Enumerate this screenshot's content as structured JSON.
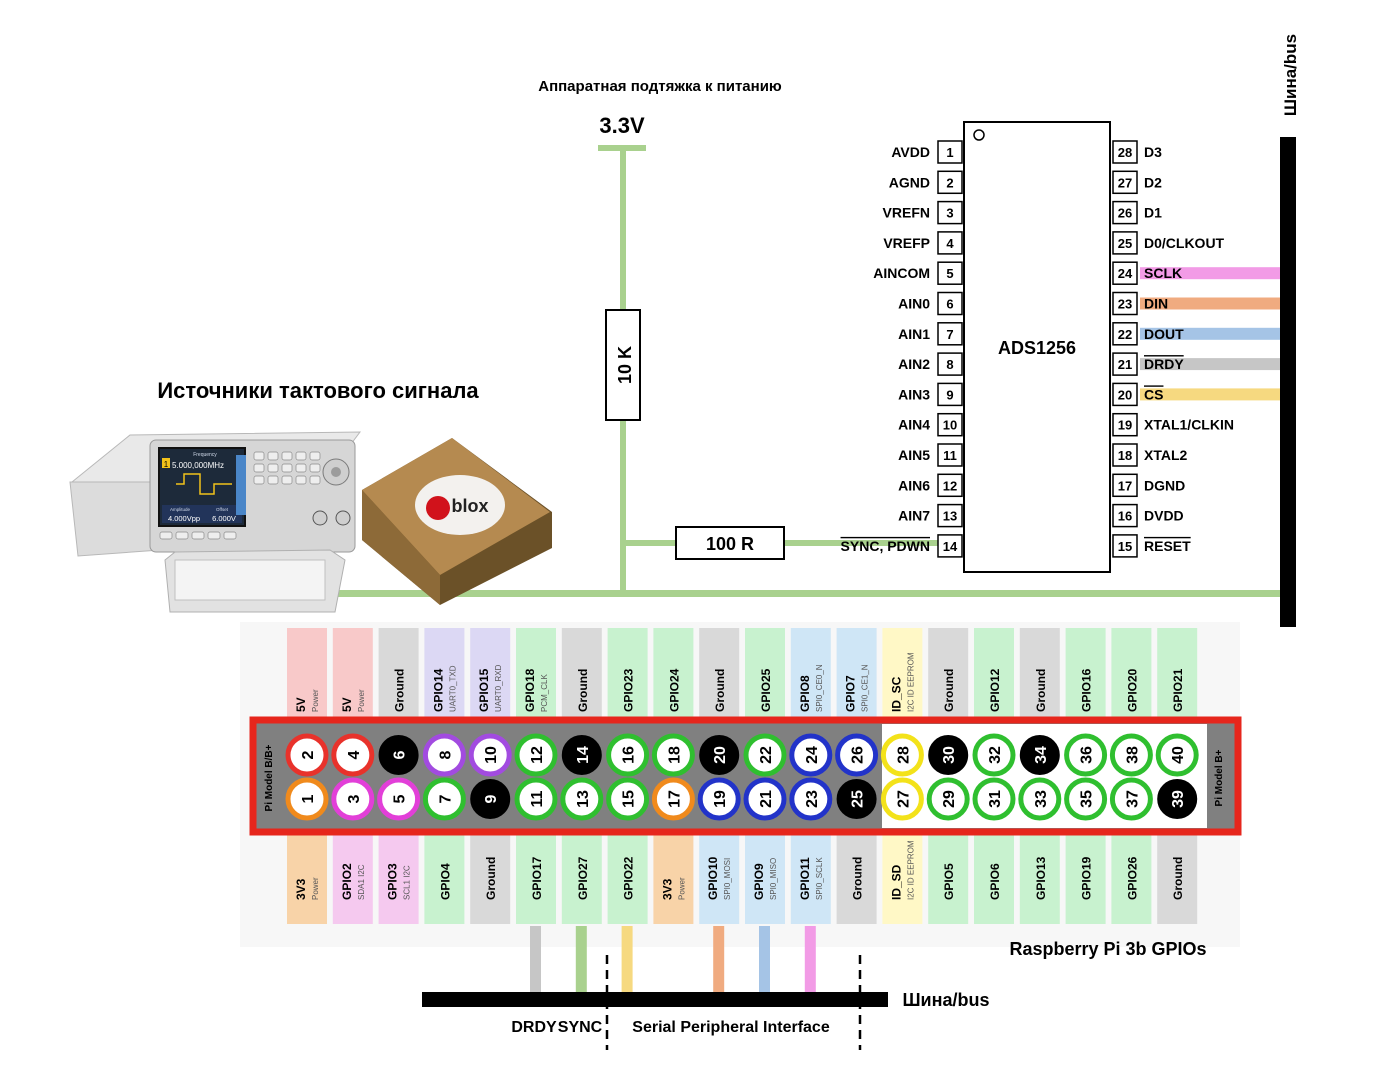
{
  "pullup_label": "Аппаратная подтяжка к питанию",
  "supply_label": "3.3V",
  "resistor_pullup": "10 K",
  "resistor_series": "100 R",
  "clock_sources_title": "Источники тактового сигнала",
  "bus_label_top": "Шина/bus",
  "bus_label_bottom": "Шина/bus",
  "board_title": "Raspberry Pi 3b GPIOs",
  "board_side_left": "Pi Model B/B+",
  "board_side_right": "Pi Model B+",
  "ic": {
    "name": "ADS1256",
    "left_pins": [
      {
        "num": "1",
        "name": "AVDD",
        "overline": false
      },
      {
        "num": "2",
        "name": "AGND",
        "overline": false
      },
      {
        "num": "3",
        "name": "VREFN",
        "overline": false
      },
      {
        "num": "4",
        "name": "VREFP",
        "overline": false
      },
      {
        "num": "5",
        "name": "AINCOM",
        "overline": false
      },
      {
        "num": "6",
        "name": "AIN0",
        "overline": false
      },
      {
        "num": "7",
        "name": "AIN1",
        "overline": false
      },
      {
        "num": "8",
        "name": "AIN2",
        "overline": false
      },
      {
        "num": "9",
        "name": "AIN3",
        "overline": false
      },
      {
        "num": "10",
        "name": "AIN4",
        "overline": false
      },
      {
        "num": "11",
        "name": "AIN5",
        "overline": false
      },
      {
        "num": "12",
        "name": "AIN6",
        "overline": false
      },
      {
        "num": "13",
        "name": "AIN7",
        "overline": false
      },
      {
        "num": "14",
        "name": "SYNC, PDWN",
        "overline": true
      }
    ],
    "right_pins": [
      {
        "num": "28",
        "name": "D3",
        "overline": false,
        "wire": ""
      },
      {
        "num": "27",
        "name": "D2",
        "overline": false,
        "wire": ""
      },
      {
        "num": "26",
        "name": "D1",
        "overline": false,
        "wire": ""
      },
      {
        "num": "25",
        "name": "D0/CLKOUT",
        "overline": false,
        "wire": ""
      },
      {
        "num": "24",
        "name": "SCLK",
        "overline": false,
        "wire": "#f29be6"
      },
      {
        "num": "23",
        "name": "DIN",
        "overline": false,
        "wire": "#f0ab80"
      },
      {
        "num": "22",
        "name": "DOUT",
        "overline": false,
        "wire": "#a5c4e6"
      },
      {
        "num": "21",
        "name": "DRDY",
        "overline": true,
        "wire": "#c6c6c6"
      },
      {
        "num": "20",
        "name": "CS",
        "overline": true,
        "wire": "#f6d980"
      },
      {
        "num": "19",
        "name": "XTAL1/CLKIN",
        "overline": false,
        "wire": ""
      },
      {
        "num": "18",
        "name": "XTAL2",
        "overline": false,
        "wire": ""
      },
      {
        "num": "17",
        "name": "DGND",
        "overline": false,
        "wire": ""
      },
      {
        "num": "16",
        "name": "DVDD",
        "overline": false,
        "wire": ""
      },
      {
        "num": "15",
        "name": "RESET",
        "overline": true,
        "wire": ""
      }
    ]
  },
  "header_top": [
    {
      "pin": "2",
      "label": "5V",
      "sub": "Power",
      "bg": "#f8c9c9",
      "ring": "#e8322b"
    },
    {
      "pin": "4",
      "label": "5V",
      "sub": "Power",
      "bg": "#f8c9c9",
      "ring": "#e8322b"
    },
    {
      "pin": "6",
      "label": "Ground",
      "sub": "",
      "bg": "#d9d9d9",
      "ring": "#000000"
    },
    {
      "pin": "8",
      "label": "GPIO14",
      "sub": "UART0_TXD",
      "bg": "#dcd8f4",
      "ring": "#a24be0"
    },
    {
      "pin": "10",
      "label": "GPIO15",
      "sub": "UART0_RXD",
      "bg": "#dcd8f4",
      "ring": "#a24be0"
    },
    {
      "pin": "12",
      "label": "GPIO18",
      "sub": "PCM_CLK",
      "bg": "#c8f2cf",
      "ring": "#2fbf2f"
    },
    {
      "pin": "14",
      "label": "Ground",
      "sub": "",
      "bg": "#d9d9d9",
      "ring": "#000000"
    },
    {
      "pin": "16",
      "label": "GPIO23",
      "sub": "",
      "bg": "#c8f2cf",
      "ring": "#2fbf2f"
    },
    {
      "pin": "18",
      "label": "GPIO24",
      "sub": "",
      "bg": "#c8f2cf",
      "ring": "#2fbf2f"
    },
    {
      "pin": "20",
      "label": "Ground",
      "sub": "",
      "bg": "#d9d9d9",
      "ring": "#000000"
    },
    {
      "pin": "22",
      "label": "GPIO25",
      "sub": "",
      "bg": "#c8f2cf",
      "ring": "#2fbf2f"
    },
    {
      "pin": "24",
      "label": "GPIO8",
      "sub": "SPI0_CE0_N",
      "bg": "#cfe6f6",
      "ring": "#2233c9"
    },
    {
      "pin": "26",
      "label": "GPIO7",
      "sub": "SPI0_CE1_N",
      "bg": "#cfe6f6",
      "ring": "#2233c9"
    },
    {
      "pin": "28",
      "label": "ID_SC",
      "sub": "I2C ID EEPROM",
      "bg": "#fff8c6",
      "ring": "#f3e21a"
    },
    {
      "pin": "30",
      "label": "Ground",
      "sub": "",
      "bg": "#d9d9d9",
      "ring": "#000000"
    },
    {
      "pin": "32",
      "label": "GPIO12",
      "sub": "",
      "bg": "#c8f2cf",
      "ring": "#2fbf2f"
    },
    {
      "pin": "34",
      "label": "Ground",
      "sub": "",
      "bg": "#d9d9d9",
      "ring": "#000000"
    },
    {
      "pin": "36",
      "label": "GPIO16",
      "sub": "",
      "bg": "#c8f2cf",
      "ring": "#2fbf2f"
    },
    {
      "pin": "38",
      "label": "GPIO20",
      "sub": "",
      "bg": "#c8f2cf",
      "ring": "#2fbf2f"
    },
    {
      "pin": "40",
      "label": "GPIO21",
      "sub": "",
      "bg": "#c8f2cf",
      "ring": "#2fbf2f"
    }
  ],
  "header_bottom": [
    {
      "pin": "1",
      "label": "3V3",
      "sub": "Power",
      "bg": "#f8d3a8",
      "ring": "#f08a1c"
    },
    {
      "pin": "3",
      "label": "GPIO2",
      "sub": "SDA1 I2C",
      "bg": "#f5c9ef",
      "ring": "#e23fd8"
    },
    {
      "pin": "5",
      "label": "GPIO3",
      "sub": "SCL1 I2C",
      "bg": "#f5c9ef",
      "ring": "#e23fd8"
    },
    {
      "pin": "7",
      "label": "GPIO4",
      "sub": "",
      "bg": "#c8f2cf",
      "ring": "#2fbf2f"
    },
    {
      "pin": "9",
      "label": "Ground",
      "sub": "",
      "bg": "#d9d9d9",
      "ring": "#000000"
    },
    {
      "pin": "11",
      "label": "GPIO17",
      "sub": "",
      "bg": "#c8f2cf",
      "ring": "#2fbf2f"
    },
    {
      "pin": "13",
      "label": "GPIO27",
      "sub": "",
      "bg": "#c8f2cf",
      "ring": "#2fbf2f"
    },
    {
      "pin": "15",
      "label": "GPIO22",
      "sub": "",
      "bg": "#c8f2cf",
      "ring": "#2fbf2f"
    },
    {
      "pin": "17",
      "label": "3V3",
      "sub": "Power",
      "bg": "#f8d3a8",
      "ring": "#f08a1c"
    },
    {
      "pin": "19",
      "label": "GPIO10",
      "sub": "SPI0_MOSI",
      "bg": "#cfe6f6",
      "ring": "#2233c9"
    },
    {
      "pin": "21",
      "label": "GPIO9",
      "sub": "SPI0_MISO",
      "bg": "#cfe6f6",
      "ring": "#2233c9"
    },
    {
      "pin": "23",
      "label": "GPIO11",
      "sub": "SPI0_SCLK",
      "bg": "#cfe6f6",
      "ring": "#2233c9"
    },
    {
      "pin": "25",
      "label": "Ground",
      "sub": "",
      "bg": "#d9d9d9",
      "ring": "#000000"
    },
    {
      "pin": "27",
      "label": "ID_SD",
      "sub": "I2C ID EEPROM",
      "bg": "#fff8c6",
      "ring": "#f3e21a"
    },
    {
      "pin": "29",
      "label": "GPIO5",
      "sub": "",
      "bg": "#c8f2cf",
      "ring": "#2fbf2f"
    },
    {
      "pin": "31",
      "label": "GPIO6",
      "sub": "",
      "bg": "#c8f2cf",
      "ring": "#2fbf2f"
    },
    {
      "pin": "33",
      "label": "GPIO13",
      "sub": "",
      "bg": "#c8f2cf",
      "ring": "#2fbf2f"
    },
    {
      "pin": "35",
      "label": "GPIO19",
      "sub": "",
      "bg": "#c8f2cf",
      "ring": "#2fbf2f"
    },
    {
      "pin": "37",
      "label": "GPIO26",
      "sub": "",
      "bg": "#c8f2cf",
      "ring": "#2fbf2f"
    },
    {
      "pin": "39",
      "label": "Ground",
      "sub": "",
      "bg": "#d9d9d9",
      "ring": "#000000"
    }
  ],
  "gpio_wires": [
    {
      "pin": "11",
      "color": "#c6c6c6"
    },
    {
      "pin": "13",
      "color": "#a9d18e"
    },
    {
      "pin": "15",
      "color": "#f6d980"
    },
    {
      "pin": "19",
      "color": "#f0ab80"
    },
    {
      "pin": "21",
      "color": "#a5c4e6"
    },
    {
      "pin": "23",
      "color": "#f29be6"
    }
  ],
  "bottom_labels": {
    "drdy": "DRDY",
    "sync": "SYNC",
    "spi": "Serial Peripheral Interface"
  },
  "generator_screen": {
    "channel": "1",
    "frequency_label": "Frequency",
    "frequency": "5.000,000MHz",
    "amplitude_label": "Amplitude",
    "amplitude": "4.000Vpp",
    "offset_label": "Offset",
    "offset": "6.000V"
  },
  "gps_module_brand": "blox",
  "colors": {
    "wire_green": "#a9d18e",
    "header_border": "#e6261c",
    "header_body": "#808080",
    "bus": "#000000"
  }
}
